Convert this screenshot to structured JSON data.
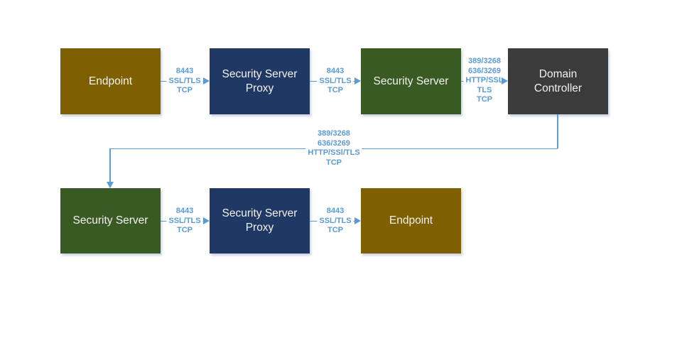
{
  "colors": {
    "endpoint": "#7E6000",
    "proxy": "#203864",
    "security_server": "#3A5A23",
    "domain_controller": "#3B3B3B",
    "connector": "#5B9BD5",
    "box_text": "#F2F2F2",
    "background": "#FFFFFF"
  },
  "nodes": {
    "endpoint_top": {
      "label": "Endpoint"
    },
    "proxy_top": {
      "label": "Security Server Proxy"
    },
    "security_server_top": {
      "label": "Security Server"
    },
    "domain_controller": {
      "label": "Domain Controller"
    },
    "security_server_bottom": {
      "label": "Security Server"
    },
    "proxy_bottom": {
      "label": "Security Server Proxy"
    },
    "endpoint_bottom": {
      "label": "Endpoint"
    }
  },
  "edges": {
    "endpoint_to_proxy_top": {
      "lines": [
        "8443",
        "SSL/TLS",
        "TCP"
      ]
    },
    "proxy_to_security_server_top": {
      "lines": [
        "8443",
        "SSL/TLS",
        "TCP"
      ]
    },
    "security_server_to_domain_controller": {
      "lines": [
        "389/3268",
        "636/3269",
        "HTTP/SSL",
        "TLS",
        "TCP"
      ]
    },
    "domain_controller_to_security_server_bottom": {
      "lines": [
        "389/3268",
        "636/3269",
        "HTTP/SSl/TLS",
        "TCP"
      ]
    },
    "security_server_to_proxy_bottom": {
      "lines": [
        "8443",
        "SSL/TLS",
        "TCP"
      ]
    },
    "proxy_to_endpoint_bottom": {
      "lines": [
        "8443",
        "SSL/TLS",
        "TCP"
      ]
    }
  }
}
